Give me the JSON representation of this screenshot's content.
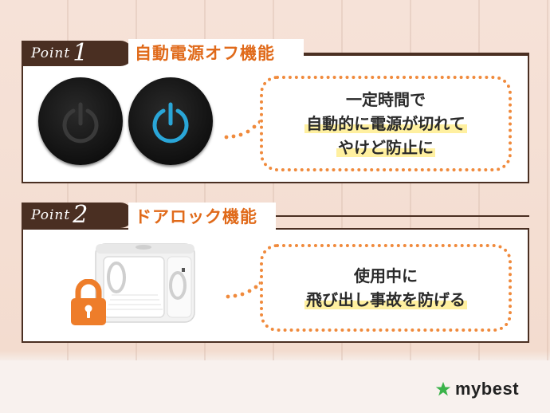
{
  "points": [
    {
      "word": "Point",
      "number": "1",
      "title": "自動電源オフ機能",
      "bubble": [
        "一定時間で",
        "自動的に電源が切れて",
        "やけど防止に"
      ],
      "image_icons": [
        "power-button-off-icon",
        "power-button-on-icon"
      ]
    },
    {
      "word": "Point",
      "number": "2",
      "title": "ドアロック機能",
      "bubble": [
        "使用中に",
        "飛び出し事故を防げる"
      ],
      "image_icons": [
        "pet-dryer-box",
        "padlock-icon"
      ]
    }
  ],
  "brand": {
    "name": "mybest",
    "icon": "star-icon"
  },
  "colors": {
    "panel_border": "#4a2f22",
    "title_orange": "#e06a1a",
    "bubble_dots": "#f08a3c",
    "highlight": "#fff0a0",
    "power_glow": "#2aa6d8",
    "lock_orange": "#ee7d2a",
    "brand_star": "#3bb34a"
  }
}
